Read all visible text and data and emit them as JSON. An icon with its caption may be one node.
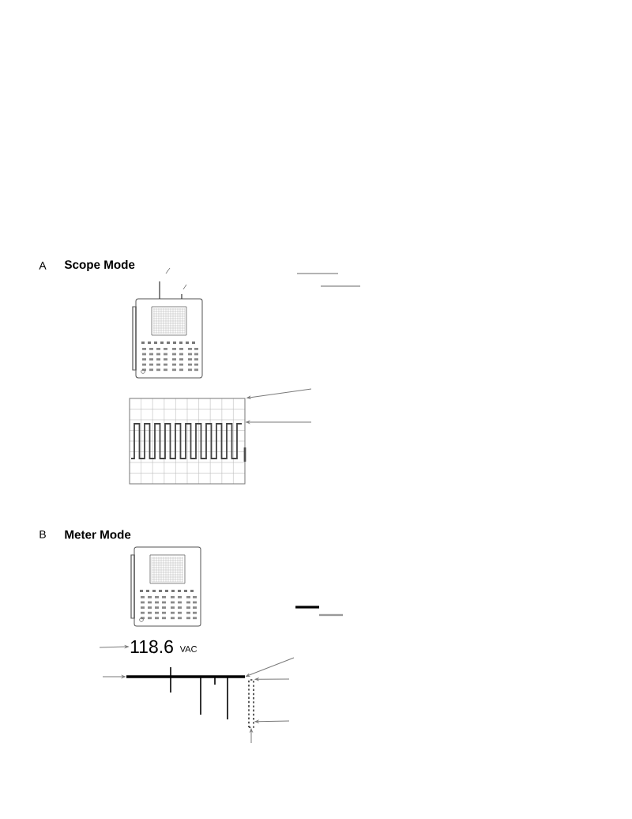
{
  "diagram": {
    "nodes": [
      {
        "text": [],
        "shape": "box"
      },
      {
        "text": [
          "118.6"
        ],
        "beside": [
          "VAC"
        ]
      },
      {
        "text": [],
        "shape": "bar"
      },
      {
        "text": [],
        "shape": "scale"
      }
    ],
    "edges": [
      {
        "from": null,
        "to": 0,
        "arrow": "to"
      },
      {
        "from": null,
        "to": 0,
        "arrow": "to"
      },
      {
        "from": null,
        "to": 1,
        "arrow": "to"
      },
      {
        "from": null,
        "to": 2,
        "arrow": "to"
      },
      {
        "from": null,
        "to": 2,
        "arrow": "to"
      },
      {
        "from": null,
        "to": 3,
        "arrow": "to"
      },
      {
        "from": null,
        "to": 3,
        "arrow": "to"
      },
      {
        "from": null,
        "to": 3,
        "arrow": "to"
      }
    ],
    "labels": [
      "A",
      "Scope Mode",
      "B",
      "Meter Mode"
    ]
  }
}
